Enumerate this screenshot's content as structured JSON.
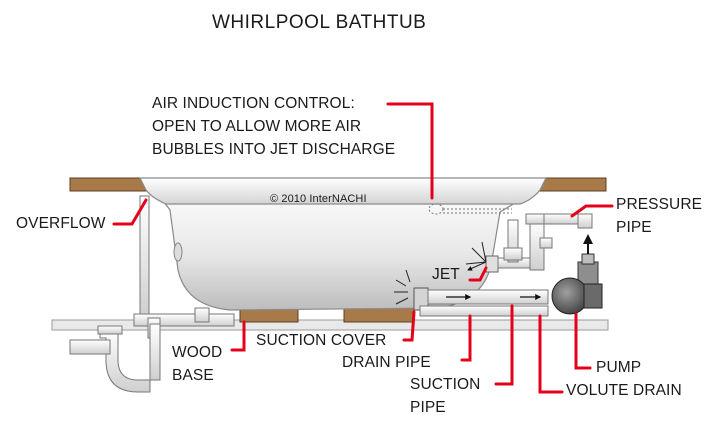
{
  "title": "WHIRLPOOL BATHTUB",
  "copyright": "© 2010  InterNACHI",
  "labels": {
    "air_induction": [
      "AIR INDUCTION CONTROL:",
      "OPEN TO ALLOW MORE AIR",
      "BUBBLES INTO JET DISCHARGE"
    ],
    "overflow": "OVERFLOW",
    "pressure_pipe": [
      "PRESSURE",
      "PIPE"
    ],
    "jet": "JET",
    "wood_base": [
      "WOOD",
      "BASE"
    ],
    "suction_cover": "SUCTION COVER",
    "drain_pipe": "DRAIN PIPE",
    "suction_pipe": [
      "SUCTION",
      "PIPE"
    ],
    "pump": "PUMP",
    "volute_drain": "VOLUTE DRAIN"
  },
  "colors": {
    "leader": "#e4001b",
    "wood": "#a87a4a",
    "tub_shade": "#c9c9c9",
    "pipe": "#f4f4f4",
    "text": "#1a1a1a"
  }
}
